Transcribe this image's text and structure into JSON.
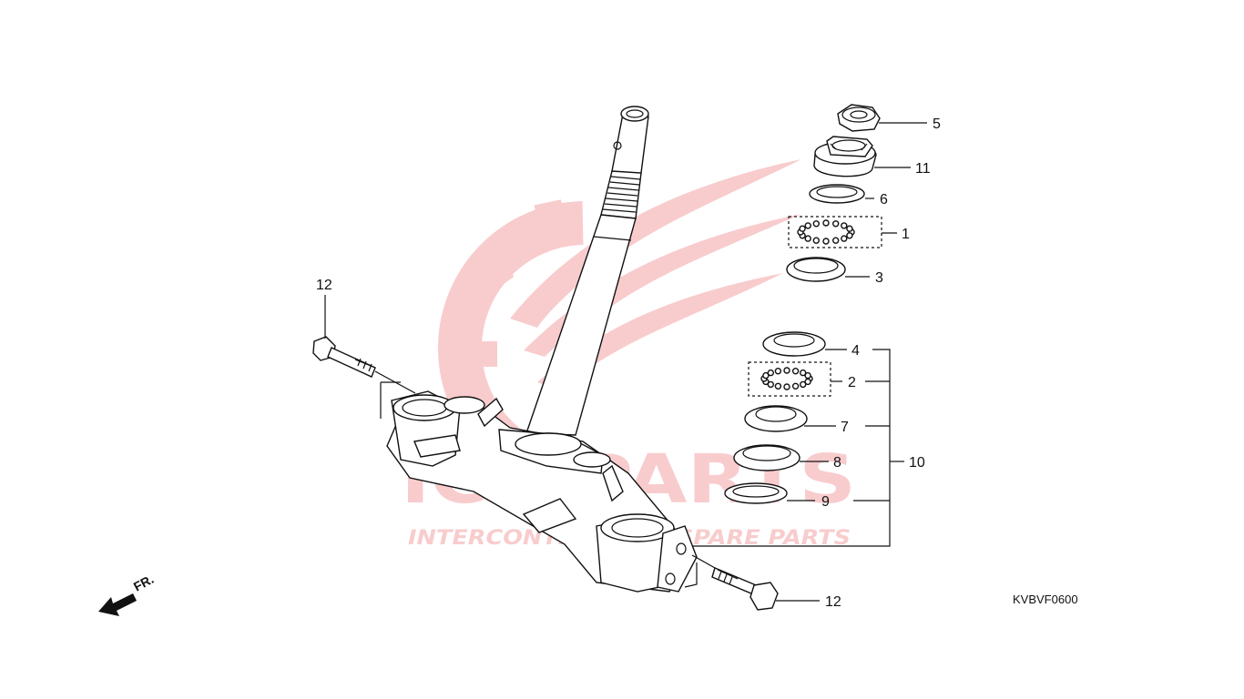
{
  "diagram": {
    "diagram_code": "KVBVF0600",
    "direction_label": "FR.",
    "callouts": [
      {
        "id": "c5",
        "label": "5"
      },
      {
        "id": "c11",
        "label": "11"
      },
      {
        "id": "c6",
        "label": "6"
      },
      {
        "id": "c1",
        "label": "1"
      },
      {
        "id": "c3",
        "label": "3"
      },
      {
        "id": "c4",
        "label": "4"
      },
      {
        "id": "c2",
        "label": "2"
      },
      {
        "id": "c7",
        "label": "7"
      },
      {
        "id": "c8",
        "label": "8"
      },
      {
        "id": "c10",
        "label": "10"
      },
      {
        "id": "c9",
        "label": "9"
      },
      {
        "id": "c12a",
        "label": "12"
      },
      {
        "id": "c12b",
        "label": "12"
      }
    ]
  },
  "watermark": {
    "brand": "ICS PARTS",
    "tagline": "INTERCONTINENTAL SPARE PARTS",
    "color": "#e11b22"
  }
}
